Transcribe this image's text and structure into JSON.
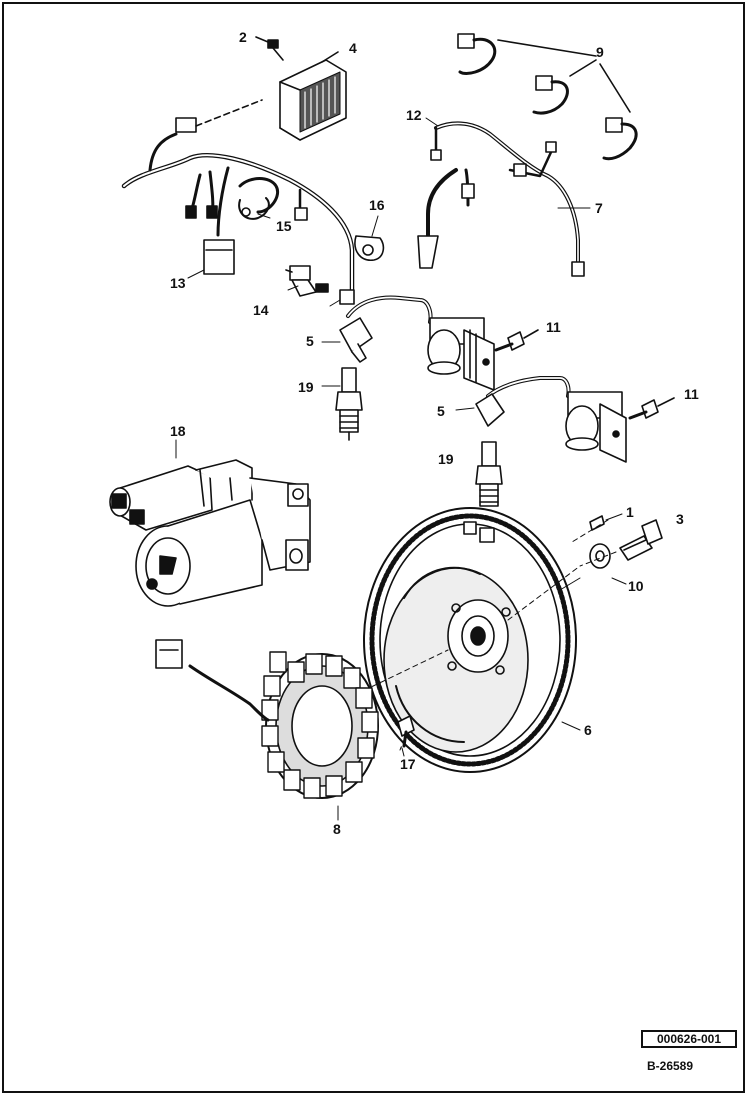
{
  "diagram": {
    "callouts": [
      {
        "id": "c2",
        "text": "2"
      },
      {
        "id": "c4",
        "text": "4"
      },
      {
        "id": "c9",
        "text": "9"
      },
      {
        "id": "c12",
        "text": "12"
      },
      {
        "id": "c7",
        "text": "7"
      },
      {
        "id": "c16",
        "text": "16"
      },
      {
        "id": "c15",
        "text": "15"
      },
      {
        "id": "c13",
        "text": "13"
      },
      {
        "id": "c14",
        "text": "14"
      },
      {
        "id": "c5a",
        "text": "5"
      },
      {
        "id": "c11a",
        "text": "11"
      },
      {
        "id": "c19a",
        "text": "19"
      },
      {
        "id": "c5b",
        "text": "5"
      },
      {
        "id": "c11b",
        "text": "11"
      },
      {
        "id": "c18",
        "text": "18"
      },
      {
        "id": "c19b",
        "text": "19"
      },
      {
        "id": "c1",
        "text": "1"
      },
      {
        "id": "c3",
        "text": "3"
      },
      {
        "id": "c10",
        "text": "10"
      },
      {
        "id": "c6",
        "text": "6"
      },
      {
        "id": "c17",
        "text": "17"
      },
      {
        "id": "c8",
        "text": "8"
      }
    ],
    "illustration_code": "000626-001",
    "drawing_number": "B-26589"
  }
}
